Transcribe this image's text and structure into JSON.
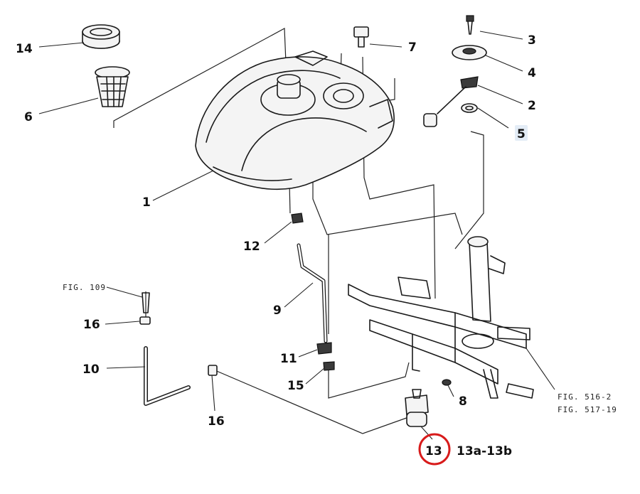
{
  "callouts": {
    "c1": "1",
    "c2": "2",
    "c3": "3",
    "c4": "4",
    "c5": "5",
    "c6": "6",
    "c7": "7",
    "c8": "8",
    "c9": "9",
    "c10": "10",
    "c11": "11",
    "c12": "12",
    "c13": "13",
    "c13_variants": "13a-13b",
    "c14": "14",
    "c15": "15",
    "c16a": "16",
    "c16b": "16"
  },
  "references": {
    "fig_109": "FIG. 109",
    "fig_516": "FIG. 516-2",
    "fig_517": "FIG. 517-19"
  },
  "highlight": {
    "circle_color": "#d81b1b",
    "box_color": "#e3ecf6"
  }
}
